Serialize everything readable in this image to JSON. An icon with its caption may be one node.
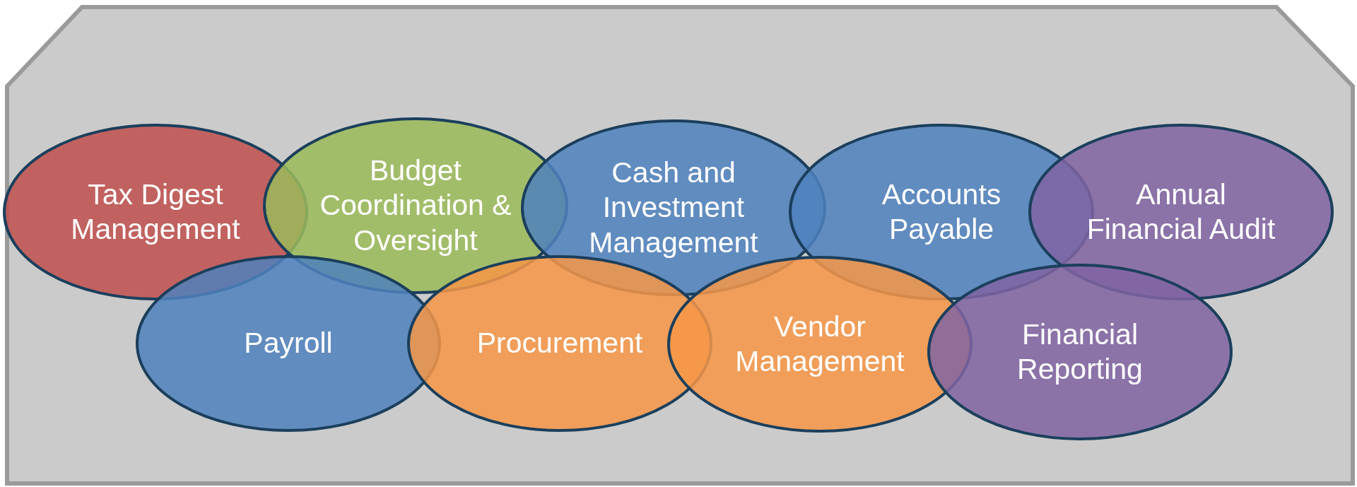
{
  "diagram": {
    "nodes": [
      {
        "text": [
          "Tax Digest Management"
        ]
      },
      {
        "text": [
          "Budget Coordination & Oversight"
        ]
      },
      {
        "text": [
          "Cash and Investment Management"
        ]
      },
      {
        "text": [
          "Accounts Payable"
        ]
      },
      {
        "text": [
          "Annual Financial Audit"
        ]
      },
      {
        "text": [
          "Payroll"
        ]
      },
      {
        "text": [
          "Procurement"
        ]
      },
      {
        "text": [
          "Vendor Management"
        ]
      },
      {
        "text": [
          "Financial Reporting"
        ]
      }
    ]
  }
}
